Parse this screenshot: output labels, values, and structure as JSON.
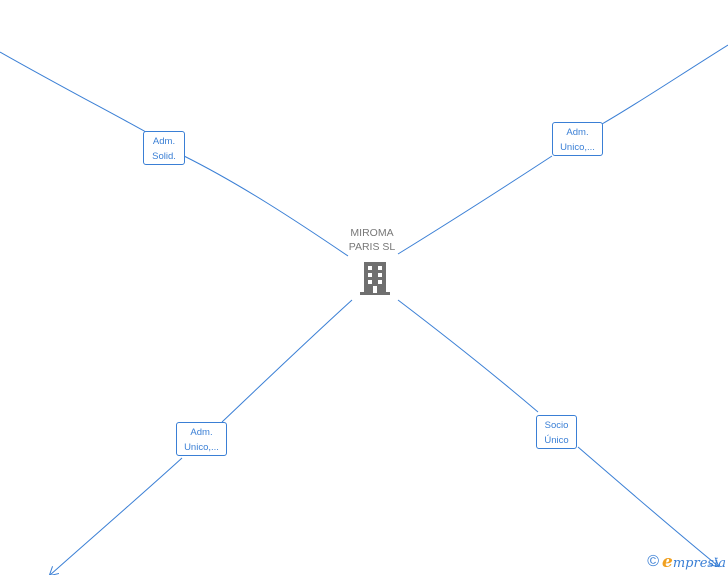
{
  "company": {
    "name_line1": "MIROMA",
    "name_line2": "PARIS  SL",
    "icon": "building-icon"
  },
  "roles": [
    {
      "id": "top-left",
      "line1": "Adm.",
      "line2": "Solid."
    },
    {
      "id": "top-right",
      "line1": "Adm.",
      "line2": "Unico,..."
    },
    {
      "id": "bottom-left",
      "line1": "Adm.",
      "line2": "Unico,..."
    },
    {
      "id": "bottom-right",
      "line1": "Socio",
      "line2": "Único"
    }
  ],
  "watermark": {
    "copyright_symbol": "©",
    "brand_initial": "e",
    "brand_rest": "mpresia"
  },
  "colors": {
    "edge": "#3a7fd5",
    "company_text": "#777777",
    "building": "#6f6f6f",
    "brand_accent": "#f0a020"
  }
}
